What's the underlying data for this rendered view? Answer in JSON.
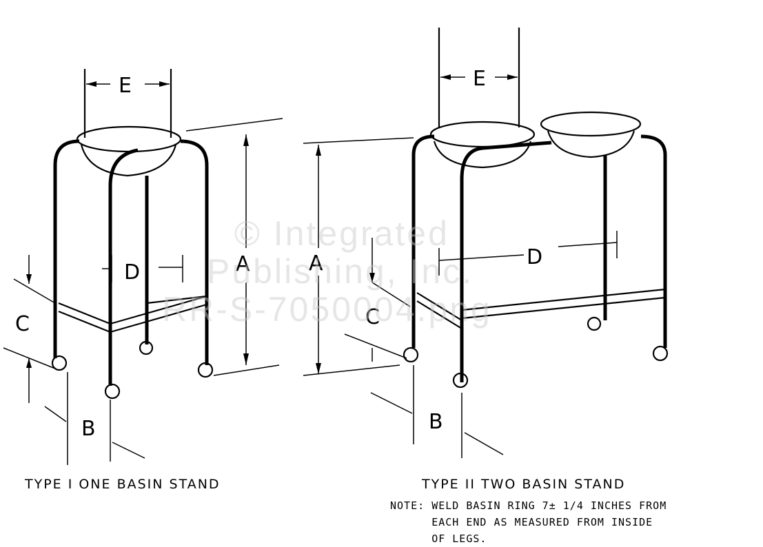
{
  "watermark": {
    "line1": "© Integrated",
    "line2": "Publishing, Inc.",
    "line3": "RR-S-7050004.png"
  },
  "type1": {
    "caption": "TYPE I  ONE BASIN STAND",
    "dims": {
      "a": "A",
      "b": "B",
      "c": "C",
      "d": "D",
      "e": "E"
    }
  },
  "type2": {
    "caption": "TYPE II  TWO BASIN STAND",
    "dims": {
      "a": "A",
      "b": "B",
      "c": "C",
      "d": "D",
      "e": "E"
    },
    "note_label": "NOTE:",
    "note_line1": "WELD BASIN RING 7± 1/4 INCHES FROM",
    "note_line2": "EACH END AS MEASURED FROM INSIDE",
    "note_line3": "OF LEGS."
  }
}
